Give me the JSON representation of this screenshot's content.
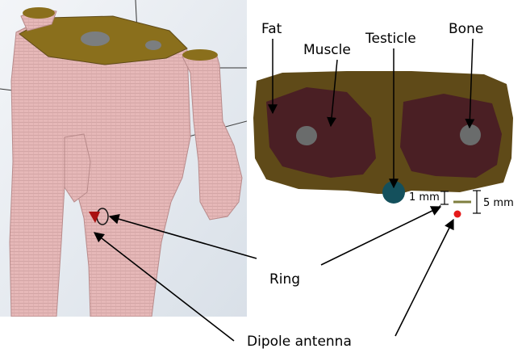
{
  "labels": {
    "fat": "Fat",
    "muscle": "Muscle",
    "testicle": "Testicle",
    "bone": "Bone",
    "ring": "Ring",
    "dipole": "Dipole antenna"
  },
  "dimensions": {
    "gap": "1 mm",
    "offset": "5 mm"
  },
  "colors": {
    "skin": "#e5b5b5",
    "skin_shadow": "#c99a9a",
    "viewport_bg": "#e9eef4",
    "fat": "#5f4a18",
    "fat_top": "#8a6f1c",
    "muscle": "#4a1f24",
    "bone": "#6a6c6c",
    "testicle": "#14505c",
    "antenna_marker": "#aa1111",
    "source_dot": "#e51a1a",
    "antenna_line": "#7f7f3f"
  }
}
